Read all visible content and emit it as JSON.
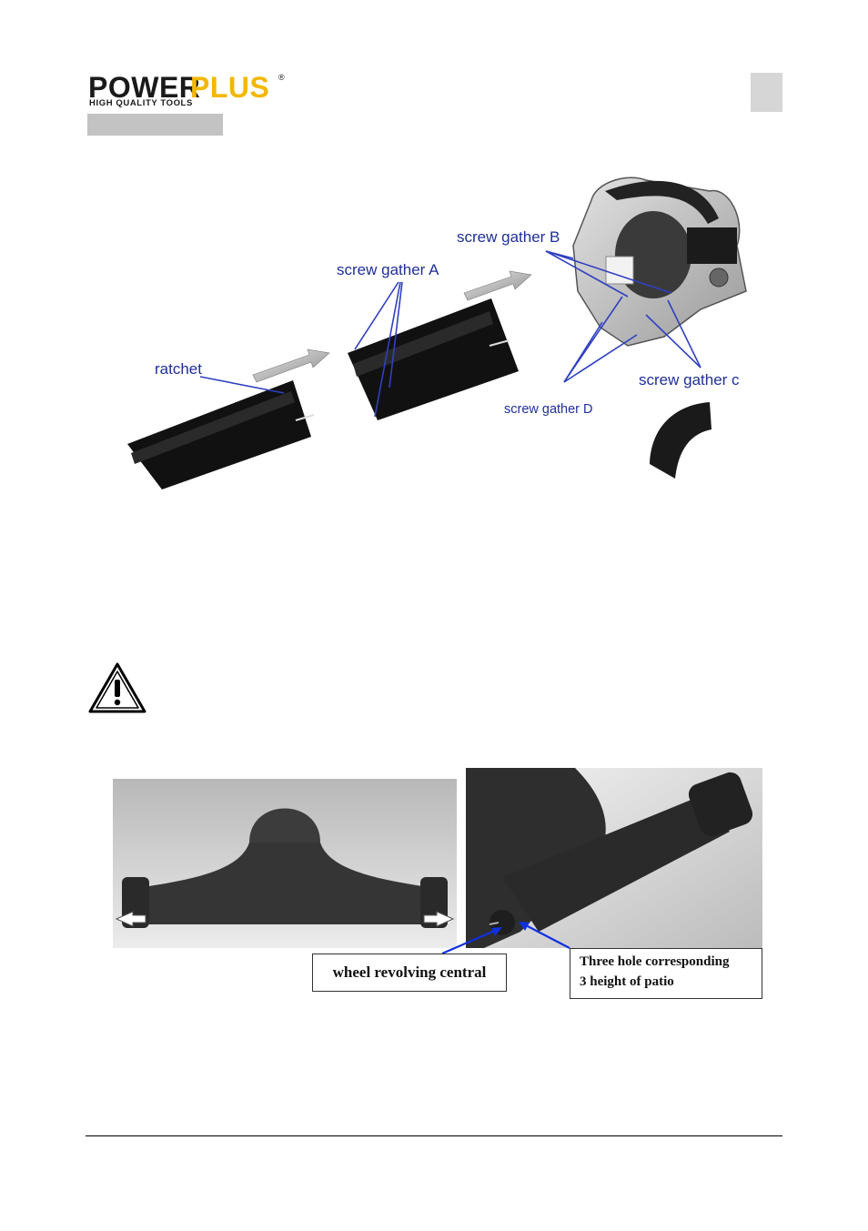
{
  "header": {
    "brand_part1": "POWER",
    "brand_part2": "PLUS",
    "registered_mark": "®",
    "tagline": "HIGH QUALITY TOOLS"
  },
  "figure1": {
    "labels": {
      "ratchet": "ratchet",
      "screw_gather_a": "screw gather A",
      "screw_gather_b": "screw gather B",
      "screw_gather_c": "screw gather c",
      "screw_gather_d": "screw gather D"
    }
  },
  "figure2": {
    "callout_wheel": "wheel revolving central",
    "callout_holes_line1": "Three hole corresponding",
    "callout_holes_line2": "3 height of patio"
  },
  "colors": {
    "brand_dark": "#1a1a1a",
    "brand_yellow": "#f2b800",
    "label_blue": "#1f2f9a",
    "arrow_blue": "#1030e0"
  }
}
